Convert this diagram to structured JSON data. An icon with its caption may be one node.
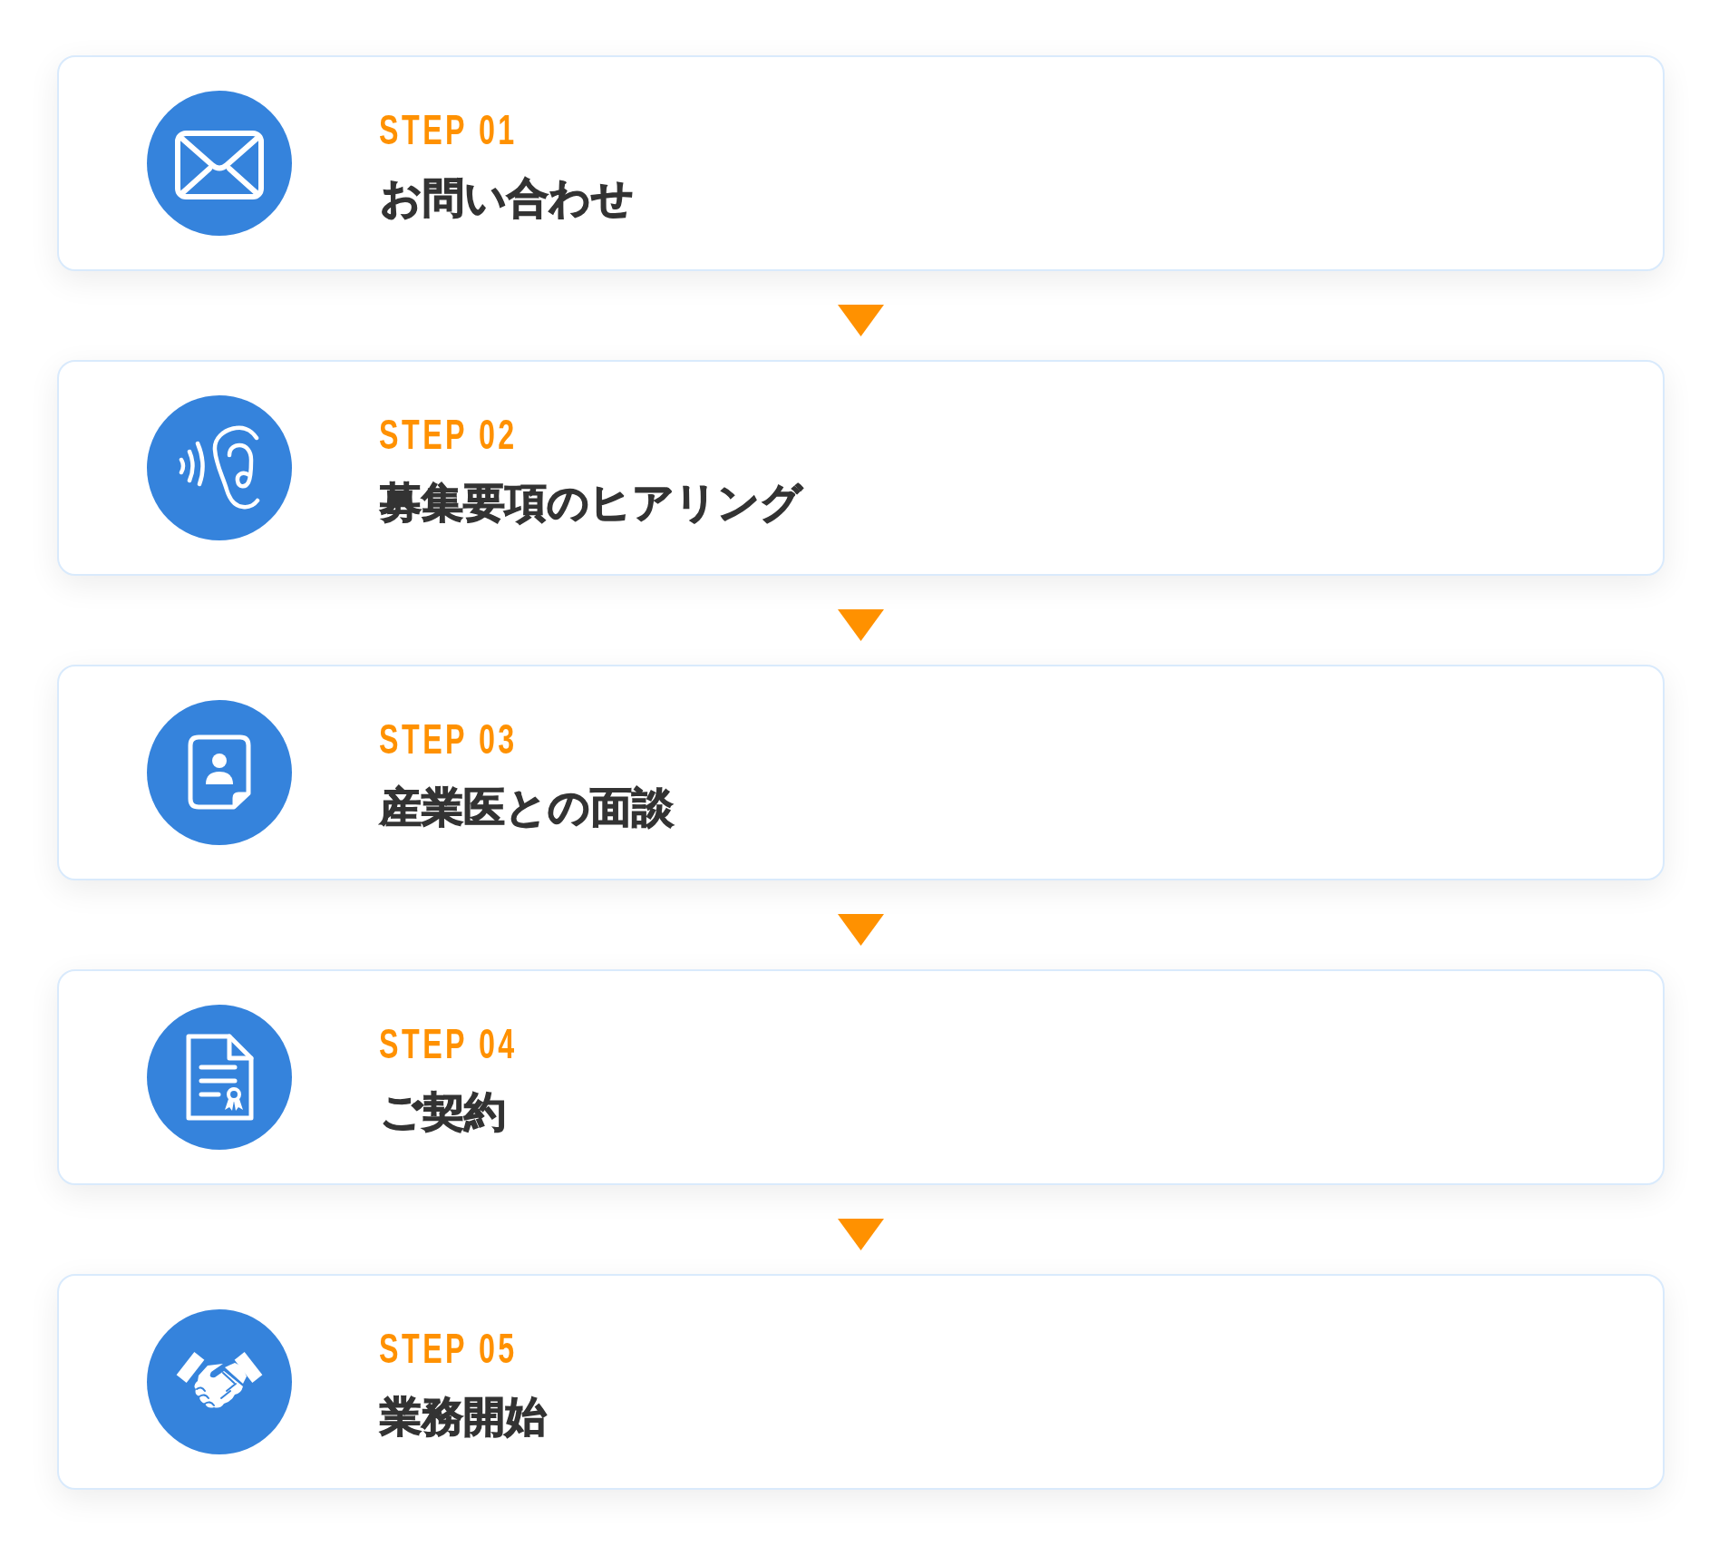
{
  "diagram": {
    "nodes": [
      {
        "text": [
          "STEP 01",
          "お問い合わせ"
        ]
      },
      {
        "text": [
          "STEP 02",
          "募集要項のヒアリング"
        ]
      },
      {
        "text": [
          "STEP 03",
          "産業医との面談"
        ]
      },
      {
        "text": [
          "STEP 04",
          "ご契約"
        ]
      },
      {
        "text": [
          "STEP 05",
          "業務開始"
        ]
      }
    ],
    "edges": [
      {
        "from": 0,
        "to": 1,
        "arrow": "to"
      },
      {
        "from": 1,
        "to": 2,
        "arrow": "to"
      },
      {
        "from": 2,
        "to": 3,
        "arrow": "to"
      },
      {
        "from": 3,
        "to": 4,
        "arrow": "to"
      }
    ]
  }
}
